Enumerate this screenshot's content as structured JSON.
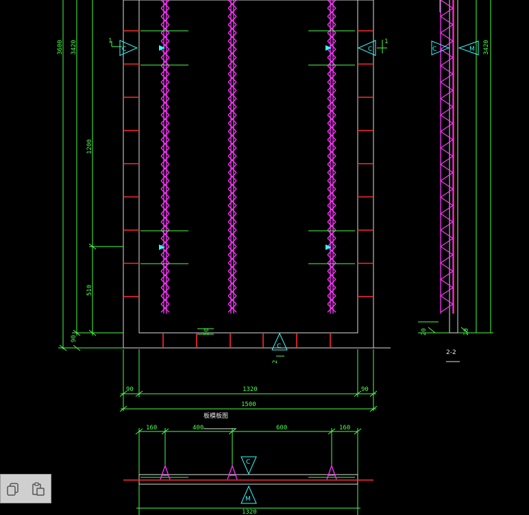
{
  "labels": {
    "dim_3600": "3600",
    "dim_3420_left": "3420",
    "dim_3420_right": "3420",
    "dim_1200": "1200",
    "dim_510": "510",
    "dim_90_side": "90",
    "dim_90_left": "90",
    "dim_90_right": "90",
    "dim_1320": "1320",
    "dim_1500": "1500",
    "dim_30_bottom": "30",
    "dim_20_right": "20",
    "dim_20_left": "20",
    "dim_160_left": "160",
    "dim_400": "400",
    "dim_600": "600",
    "dim_160_right": "160",
    "dim_1320_bottom": "1320",
    "section_mark_1_left": "1",
    "section_mark_1_right": "1",
    "section_mark_2": "2",
    "section_title": "2-2",
    "plan_title": "板模板图",
    "tri_c_left": "C",
    "tri_c_right": "C",
    "tri_c_bottom": "C",
    "tri_c_section": "C",
    "tri_m_section": "M",
    "tri_c_lower": "C",
    "tri_m_lower": "M"
  },
  "colors": {
    "dimension": "#4cff4c",
    "outline": "#e0e0e0",
    "rebar": "#ff2a2a",
    "truss": "#ff33ff",
    "marker": "#33ffff"
  }
}
